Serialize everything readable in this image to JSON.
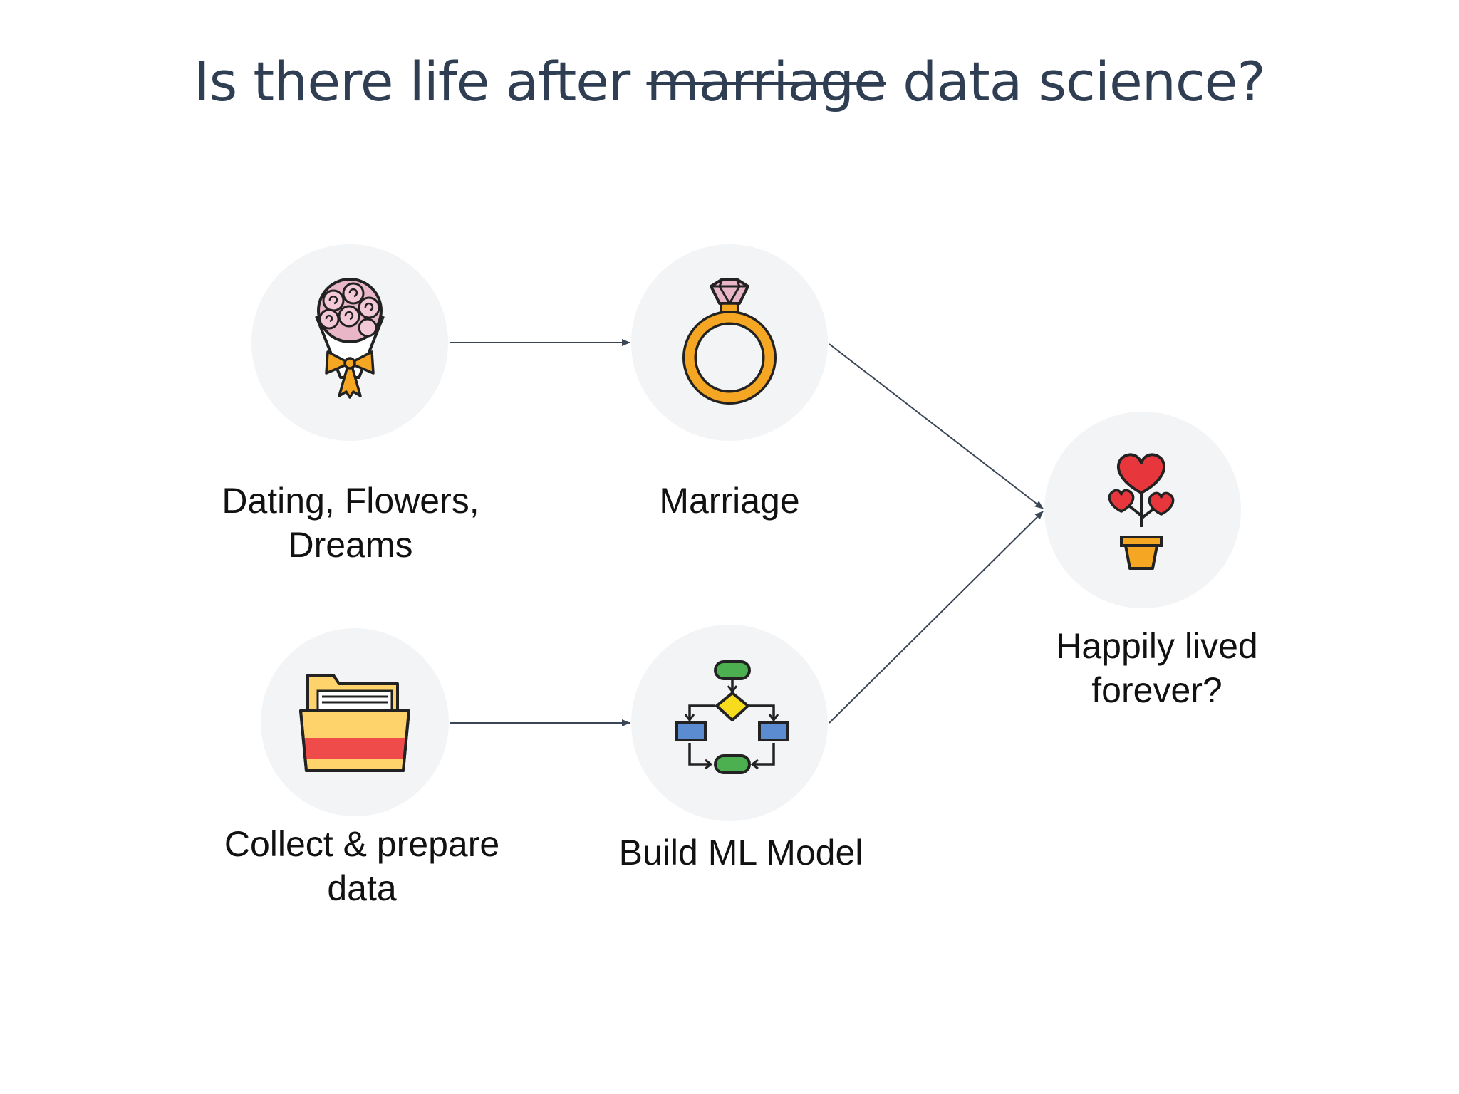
{
  "title": {
    "before": "Is there life after",
    "struck": "marriage",
    "after": "data science?"
  },
  "nodes": {
    "dating": {
      "label_line1": "Dating, Flowers,",
      "label_line2": "Dreams",
      "icon": "bouquet-icon"
    },
    "marriage": {
      "label": "Marriage",
      "icon": "ring-icon"
    },
    "happily": {
      "label_line1": "Happily lived",
      "label_line2": "forever?",
      "icon": "heart-plant-icon"
    },
    "collect": {
      "label_line1": "Collect & prepare",
      "label_line2": "data",
      "icon": "folder-icon"
    },
    "build": {
      "label": "Build ML Model",
      "icon": "flowchart-icon"
    }
  },
  "edges": [
    {
      "from": "dating",
      "to": "marriage"
    },
    {
      "from": "marriage",
      "to": "happily"
    },
    {
      "from": "collect",
      "to": "build"
    },
    {
      "from": "build",
      "to": "happily"
    }
  ],
  "colors": {
    "title": "#2f3e52",
    "arrow": "#3a4556",
    "circle": "#f3f4f6",
    "ring_gold": "#f5a623",
    "heart_red": "#e8363d",
    "folder_yellow": "#ffd36b",
    "folder_red": "#ef4b4b",
    "flow_green": "#4caf50",
    "flow_blue": "#5b8bd0",
    "flow_yellow": "#f7dc1e"
  }
}
